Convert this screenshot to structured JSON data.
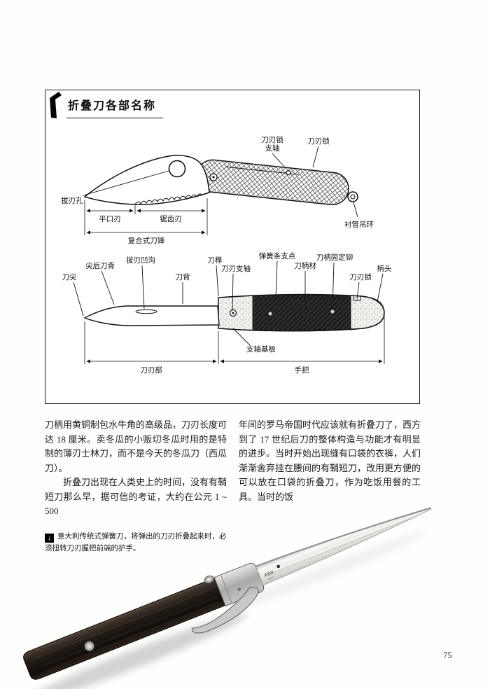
{
  "page": {
    "number": "75"
  },
  "diagram": {
    "title": "折叠刀各部名称",
    "top": {
      "blade_lock_pivot_line1": "刀刃锁",
      "blade_lock_pivot_line2": "支轴",
      "blade_lock": "刀刃锁",
      "pull_hole": "拔刃孔",
      "plain_edge": "平口刃",
      "serrated_edge": "锯齿刃",
      "composite_edge": "复合式刀锋",
      "liner_ring": "衬管吊环"
    },
    "bottom": {
      "tip": "刀尖",
      "rear_tip_spine": "尖后刀背",
      "pull_groove": "拔刃凹沟",
      "spine": "刀背",
      "tenon": "刀榫",
      "blade_pivot": "刀刃支轴",
      "spring_bar_fulcrum": "弹簧条支点",
      "handle_material": "刀柄材",
      "handle_rivet": "刀柄固定铆",
      "blade_lock": "刀刃锁",
      "butt": "柄头",
      "pivot_base_plate": "支轴基板",
      "blade_section": "刀刃部",
      "grip_section": "手把"
    }
  },
  "body": {
    "left_p1": "刀柄用黄铜制包水牛角的高级品，刀刃长度可达 18 厘米。卖冬瓜的小贩切冬瓜时用的是特制的薄刃士林刀，而不是今天的冬瓜刀（西瓜刀）。",
    "left_p2": "折叠刀出现在人类史上的时间，没有有鞘短刀那么早，据可信的考证，大约在公元 1 ~ 500",
    "right_p1": "年间的罗马帝国时代应该就有折叠刀了，西方到了 17 世纪后刀的整体构造与功能才有明显的进步。当时开始出现缝有口袋的衣裤，人们渐渐舍弃挂在腰间的有鞘短刀，改用更方便的可以放在口袋的折叠刀，作为吃饭用餐的工具。当时的饭"
  },
  "caption": {
    "marker_icon": "↓",
    "text": "意大利传统式弹簧刀，将弹出的刀刃折叠起来时，必须扭转刀刃握把前端的护手。"
  },
  "photo": {
    "brand_line1": "FOX",
    "brand_line2": "ITALY"
  }
}
